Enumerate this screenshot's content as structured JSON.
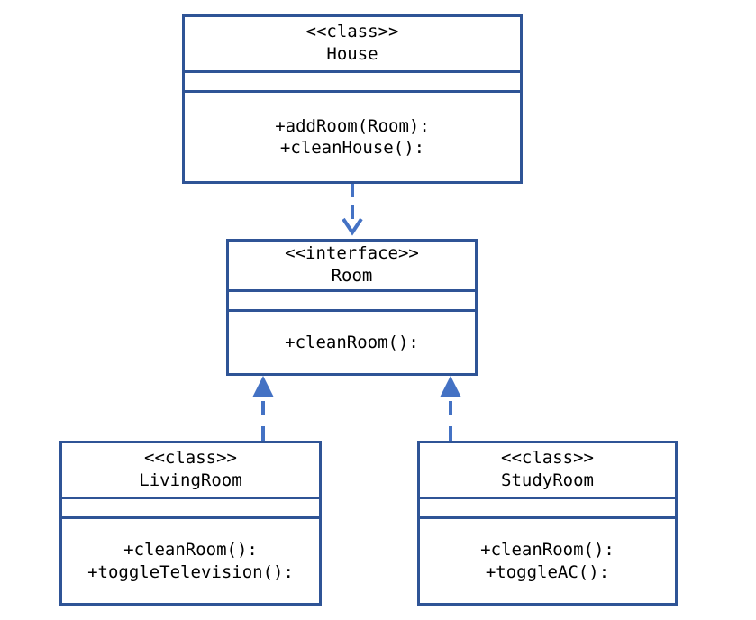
{
  "diagram": {
    "title": "UML class diagram",
    "type": "uml-class-diagram",
    "background_color": "#FFFFFF",
    "border_color": "#2F5496",
    "connector_color": "#4472C4",
    "text_color": "#000000"
  },
  "classes": [
    {
      "id": "house",
      "stereotype": "<<class>>",
      "name": "House",
      "attributes": [],
      "operations": [
        "+addRoom(Room):",
        "+cleanHouse():"
      ]
    },
    {
      "id": "room",
      "stereotype": "<<interface>>",
      "name": "Room",
      "attributes": [],
      "operations": [
        "+cleanRoom():"
      ]
    },
    {
      "id": "livingroom",
      "stereotype": "<<class>>",
      "name": "LivingRoom",
      "attributes": [],
      "operations": [
        "+cleanRoom():",
        "+toggleTelevision():"
      ]
    },
    {
      "id": "studyroom",
      "stereotype": "<<class>>",
      "name": "StudyRoom",
      "attributes": [],
      "operations": [
        "+cleanRoom():",
        "+toggleAC():"
      ]
    }
  ],
  "relationships": [
    {
      "id": "house-to-room",
      "from": "house",
      "to": "room",
      "kind": "dependency",
      "line_style": "dashed",
      "arrowhead": "open-v",
      "label": ""
    },
    {
      "id": "livingroom-to-room",
      "from": "livingroom",
      "to": "room",
      "kind": "realization",
      "line_style": "dashed",
      "arrowhead": "closed-triangle",
      "label": ""
    },
    {
      "id": "studyroom-to-room",
      "from": "studyroom",
      "to": "room",
      "kind": "realization",
      "line_style": "dashed",
      "arrowhead": "closed-triangle",
      "label": ""
    }
  ]
}
